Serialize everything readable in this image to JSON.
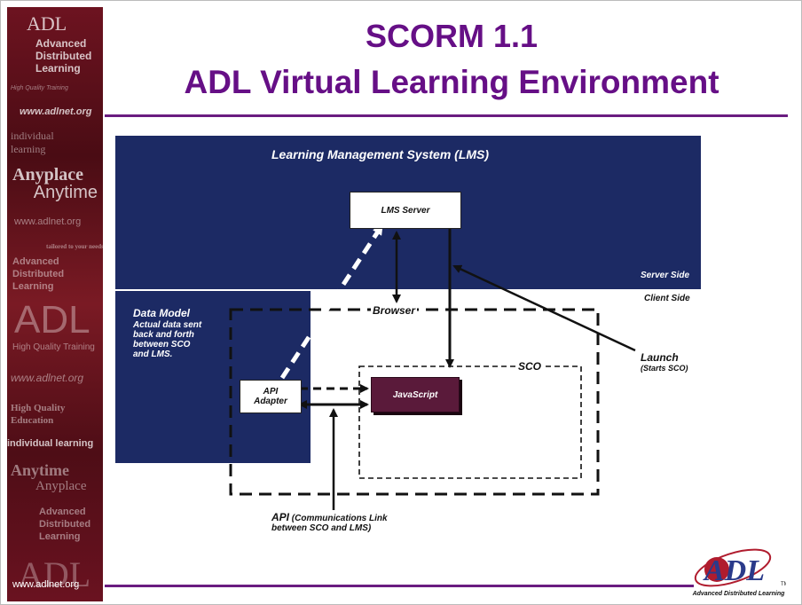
{
  "sidebar": {
    "adl_top": "ADL",
    "brand_1": "Advanced",
    "brand_2": "Distributed",
    "brand_3": "Learning",
    "tagline_small": "High Quality Training",
    "url_1": "www.adlnet.org",
    "individual_1": "individual",
    "individual_2": "learning",
    "anyplace_1": "Anyplace",
    "anytime_1": "Anytime",
    "url_2": "www.adlnet.org",
    "tailored": "tailored to your needs",
    "adv_2a": "Advanced",
    "adv_2b": "Distributed",
    "adv_2c": "Learning",
    "adl_big": "ADL",
    "hq_training": "High Quality Training",
    "url_3": "www.adlnet.org",
    "hq_edu_1": "High Quality",
    "hq_edu_2": "Education",
    "individual_learning": "individual learning",
    "anytime_2": "Anytime",
    "anyplace_2": "Anyplace",
    "adv_3a": "Advanced",
    "adv_3b": "Distributed",
    "adv_3c": "Learning",
    "adl_bottom": "ADL",
    "url_footer": "www.adlnet.org"
  },
  "title": {
    "line1": "SCORM 1.1",
    "line2": "ADL Virtual Learning Environment"
  },
  "diagram": {
    "lms_title": "Learning Management System (LMS)",
    "lms_server": "LMS Server",
    "server_side": "Server Side",
    "client_side": "Client Side",
    "browser": "Browser",
    "data_model_title": "Data Model",
    "data_model_desc_1": "Actual data sent",
    "data_model_desc_2": "back and forth",
    "data_model_desc_3": "between SCO",
    "data_model_desc_4": "and LMS.",
    "sco": "SCO",
    "api_adapter_1": "API",
    "api_adapter_2": "Adapter",
    "javascript": "JavaScript",
    "launch": "Launch",
    "launch_sub": "(Starts SCO)",
    "api_label": "API",
    "api_label_sub_1": "(Communications Link",
    "api_label_sub_2": "between SCO and LMS)"
  },
  "logo": {
    "text": "ADL",
    "caption": "Advanced Distributed Learning",
    "tm": "TM"
  },
  "colors": {
    "title": "#660f86",
    "navy": "#1c2a64",
    "javascript_box": "#5a1a3a",
    "sidebar": "#5a0f1a"
  }
}
